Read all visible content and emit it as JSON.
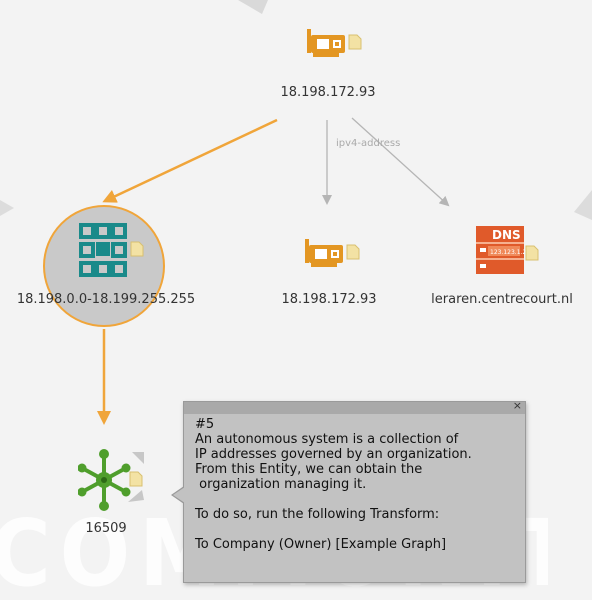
{
  "watermark": {
    "text": "COMMUNITY EDITION"
  },
  "nodes": [
    {
      "id": "top-ip",
      "label": "18.198.172.93",
      "icon": "network-card-icon"
    },
    {
      "id": "netblock",
      "label": "18.198.0.0-18.199.255.255",
      "icon": "netblock-icon"
    },
    {
      "id": "mid-ip",
      "label": "18.198.172.93",
      "icon": "network-card-icon"
    },
    {
      "id": "dns",
      "label": "leraren.centrecourt.nl",
      "icon": "dns-server-icon",
      "icon_text": "DNS",
      "icon_subtext": "123.123.1.2"
    },
    {
      "id": "as",
      "label": "16509",
      "icon": "autonomous-system-icon"
    }
  ],
  "edges": [
    {
      "from": "top-ip",
      "to": "mid-ip",
      "label": "ipv4-address",
      "color": "#b5b5b5"
    },
    {
      "from": "top-ip",
      "to": "dns",
      "label": "",
      "color": "#b5b5b5"
    },
    {
      "from": "top-ip",
      "to": "netblock",
      "label": "",
      "color": "#f0a53a"
    },
    {
      "from": "netblock",
      "to": "as",
      "label": "",
      "color": "#f0a53a"
    }
  ],
  "tooltip": {
    "close_label": "×",
    "text": "#5\nAn autonomous system is a collection of\nIP addresses governed by an organization.\nFrom this Entity, we can obtain the\n organization managing it.\n\nTo do so, run the following Transform:\n\nTo Company (Owner) [Example Graph]"
  },
  "colors": {
    "accent": "#f0a53a",
    "ip_icon": "#e39622",
    "netblock_icon": "#1a8a8a",
    "as_icon": "#4f9e2c",
    "dns_icon": "#e05a2a",
    "edge_gray": "#b5b5b5"
  }
}
